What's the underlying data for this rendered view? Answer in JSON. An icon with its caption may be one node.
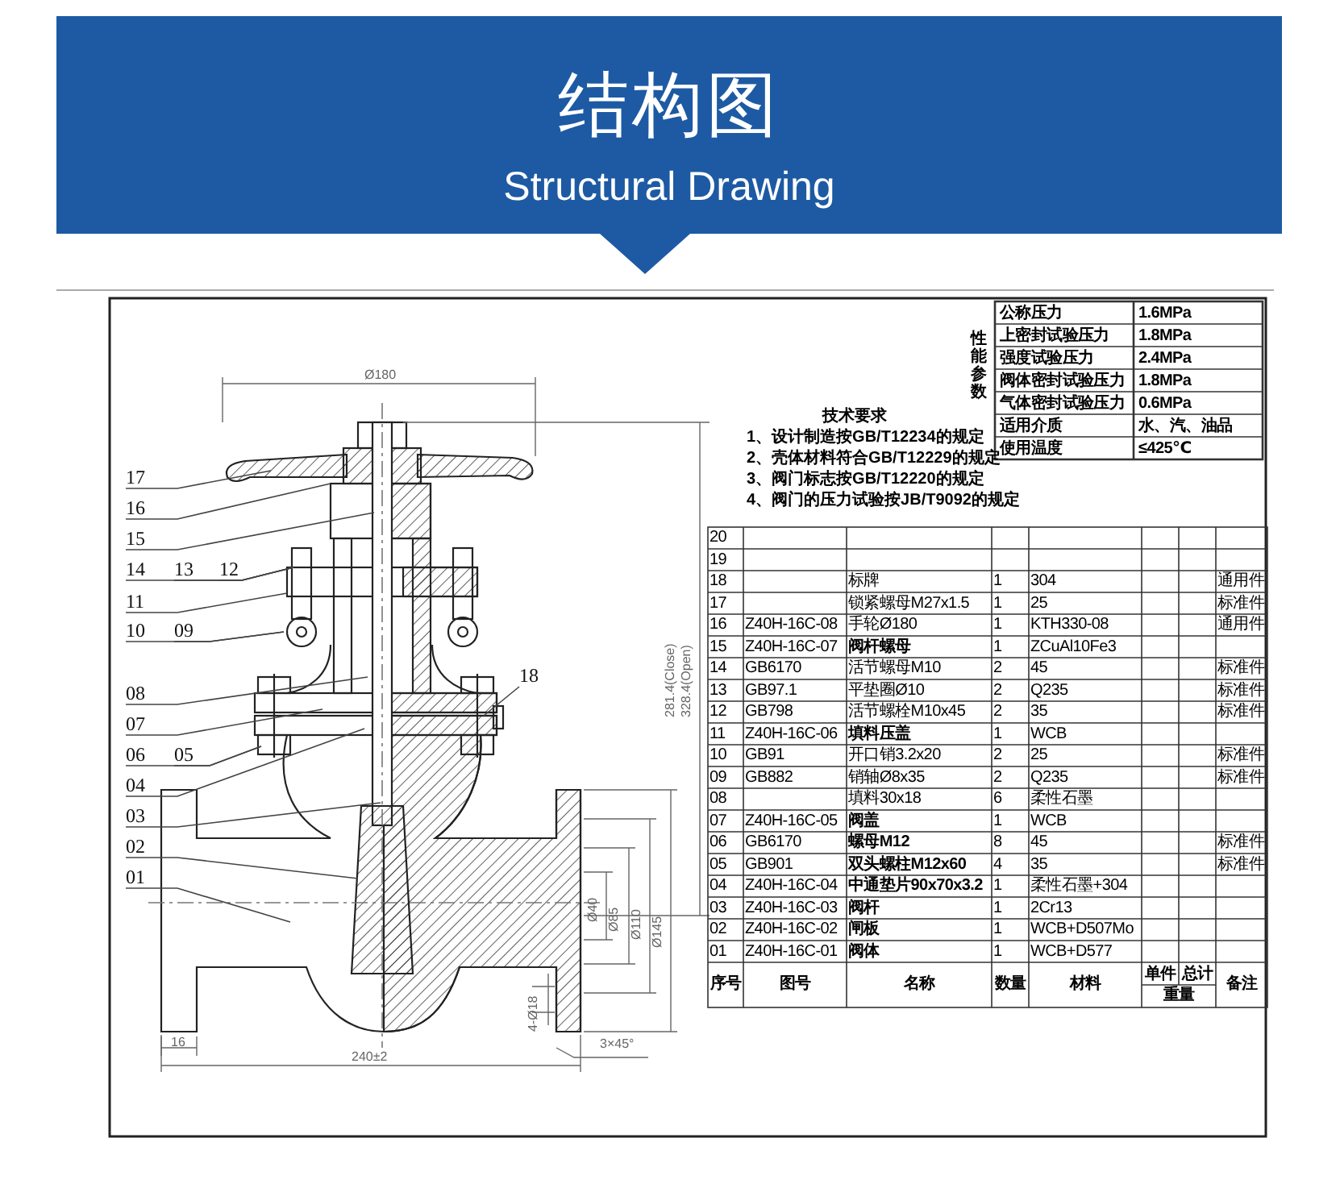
{
  "diagram": {
    "title": "结构图",
    "nodes": [
      {
        "text": [
          "17"
        ]
      },
      {
        "text": [
          "16"
        ]
      },
      {
        "text": [
          "15"
        ]
      },
      {
        "text": [
          "14"
        ]
      },
      {
        "text": [
          "13"
        ]
      },
      {
        "text": [
          "12"
        ]
      },
      {
        "text": [
          "11"
        ]
      },
      {
        "text": [
          "10"
        ]
      },
      {
        "text": [
          "09"
        ]
      },
      {
        "text": [
          "08"
        ]
      },
      {
        "text": [
          "07"
        ]
      },
      {
        "text": [
          "06"
        ]
      },
      {
        "text": [
          "05"
        ]
      },
      {
        "text": [
          "04"
        ]
      },
      {
        "text": [
          "03"
        ]
      },
      {
        "text": [
          "02"
        ]
      },
      {
        "text": [
          "01"
        ]
      },
      {
        "text": [
          "18"
        ]
      }
    ],
    "edges": [
      {
        "from": 0,
        "to": null,
        "arrow": "none"
      },
      {
        "from": 1,
        "to": null,
        "arrow": "none"
      },
      {
        "from": 2,
        "to": null,
        "arrow": "none"
      },
      {
        "from": 3,
        "to": null,
        "arrow": "none"
      },
      {
        "from": 4,
        "to": null,
        "arrow": "none"
      },
      {
        "from": 5,
        "to": null,
        "arrow": "none"
      },
      {
        "from": 6,
        "to": null,
        "arrow": "none"
      },
      {
        "from": 7,
        "to": null,
        "arrow": "none"
      },
      {
        "from": 8,
        "to": null,
        "arrow": "none"
      },
      {
        "from": 9,
        "to": null,
        "arrow": "none"
      },
      {
        "from": 10,
        "to": null,
        "arrow": "none"
      },
      {
        "from": 11,
        "to": null,
        "arrow": "none"
      },
      {
        "from": 12,
        "to": null,
        "arrow": "none"
      },
      {
        "from": 13,
        "to": null,
        "arrow": "none"
      },
      {
        "from": 14,
        "to": null,
        "arrow": "none"
      },
      {
        "from": 15,
        "to": null,
        "arrow": "none"
      },
      {
        "from": 16,
        "to": null,
        "arrow": "none"
      },
      {
        "from": 17,
        "to": null,
        "arrow": "none"
      }
    ],
    "labels": [
      "Structural Drawing",
      "Ø180",
      "281.4(Close)",
      "328.4(Open)",
      "Ø40",
      "Ø85",
      "Ø110",
      "Ø145",
      "4-Ø18",
      "16",
      "3×45°",
      "240±2",
      "性能参数",
      "公称压力",
      "1.6MPa",
      "上密封试验压力",
      "1.8MPa",
      "强度试验压力",
      "2.4MPa",
      "阀体密封试验压力",
      "1.8MPa",
      "气体密封试验压力",
      "0.6MPa",
      "适用介质",
      "水、汽、油品",
      "使用温度",
      "≤425℃",
      "技术要求",
      "1、设计制造按GB/T12234的规定",
      "2、壳体材料符合GB/T12229的规定",
      "3、阀门标志按GB/T12220的规定",
      "4、阀门的压力试验按JB/T9092的规定",
      "20",
      "19",
      "18",
      "标牌",
      "1",
      "304",
      "通用件",
      "17",
      "锁紧螺母M27x1.5",
      "1",
      "25",
      "标准件",
      "16",
      "Z40H-16C-08",
      "手轮Ø180",
      "1",
      "KTH330-08",
      "通用件",
      "15",
      "Z40H-16C-07",
      "阀杆螺母",
      "1",
      "ZCuAl10Fe3",
      "14",
      "GB6170",
      "活节螺母M10",
      "2",
      "45",
      "标准件",
      "13",
      "GB97.1",
      "平垫圈Ø10",
      "2",
      "Q235",
      "标准件",
      "12",
      "GB798",
      "活节螺栓M10x45",
      "2",
      "35",
      "标准件",
      "11",
      "Z40H-16C-06",
      "填料压盖",
      "1",
      "WCB",
      "10",
      "GB91",
      "开口销3.2x20",
      "2",
      "25",
      "标准件",
      "09",
      "GB882",
      "销轴Ø8x35",
      "2",
      "Q235",
      "标准件",
      "08",
      "填料30x18",
      "6",
      "柔性石墨",
      "07",
      "Z40H-16C-05",
      "阀盖",
      "1",
      "WCB",
      "06",
      "GB6170",
      "螺母M12",
      "8",
      "45",
      "标准件",
      "05",
      "GB901",
      "双头螺柱M12x60",
      "4",
      "35",
      "标准件",
      "04",
      "Z40H-16C-04",
      "中通垫片90x70x3.2",
      "1",
      "柔性石墨+304",
      "03",
      "Z40H-16C-03",
      "阀杆",
      "1",
      "2Cr13",
      "02",
      "Z40H-16C-02",
      "闸板",
      "1",
      "WCB+D507Mo",
      "01",
      "Z40H-16C-01",
      "阀体",
      "1",
      "WCB+D577",
      "序号",
      "图号",
      "名称",
      "数量",
      "材料",
      "单件",
      "总计",
      "重量",
      "备注"
    ]
  }
}
